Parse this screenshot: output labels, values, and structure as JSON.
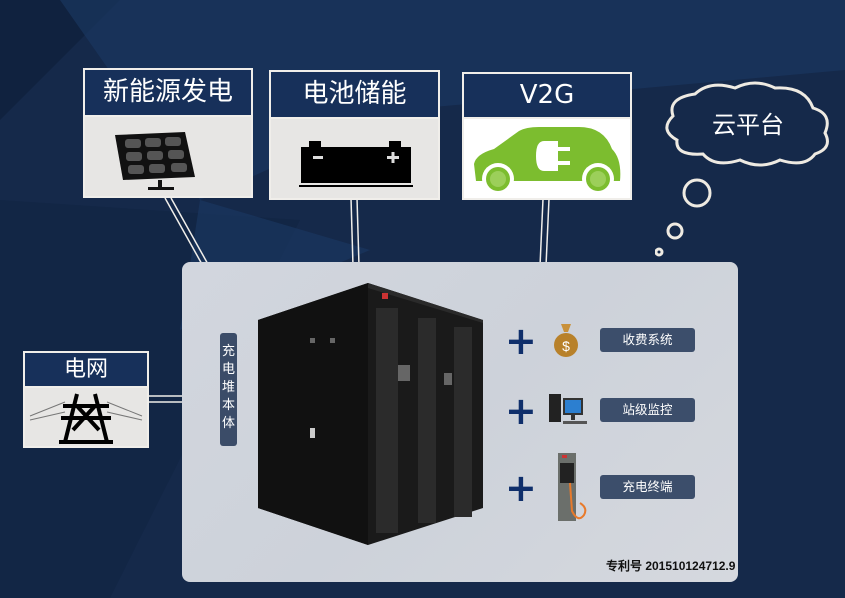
{
  "top_cards": [
    {
      "title": "新能源发电",
      "icon": "solar-panel-icon"
    },
    {
      "title": "电池储能",
      "icon": "battery-icon"
    },
    {
      "title": "V2G",
      "icon": "electric-car-icon"
    }
  ],
  "grid_card": {
    "title": "电网",
    "icon": "power-tower-icon"
  },
  "cloud": {
    "label": "云平台"
  },
  "main_panel": {
    "vertical_label": [
      "充",
      "电",
      "堆",
      "本",
      "体"
    ],
    "cabinet_icon": "charging-stack-cabinet-image",
    "modules": [
      {
        "plus": "+",
        "icon": "money-bag-icon",
        "label": "收费系统"
      },
      {
        "plus": "+",
        "icon": "computer-icon",
        "label": "站级监控"
      },
      {
        "plus": "+",
        "icon": "charging-terminal-icon",
        "label": "充电终端"
      }
    ],
    "patent": "专利号 201510124712.9"
  },
  "colors": {
    "background": "#15294a",
    "card_header": "#17305a",
    "pill": "#3c4e6b",
    "plus": "#0f2f6b",
    "car_green": "#7cbd2f"
  }
}
